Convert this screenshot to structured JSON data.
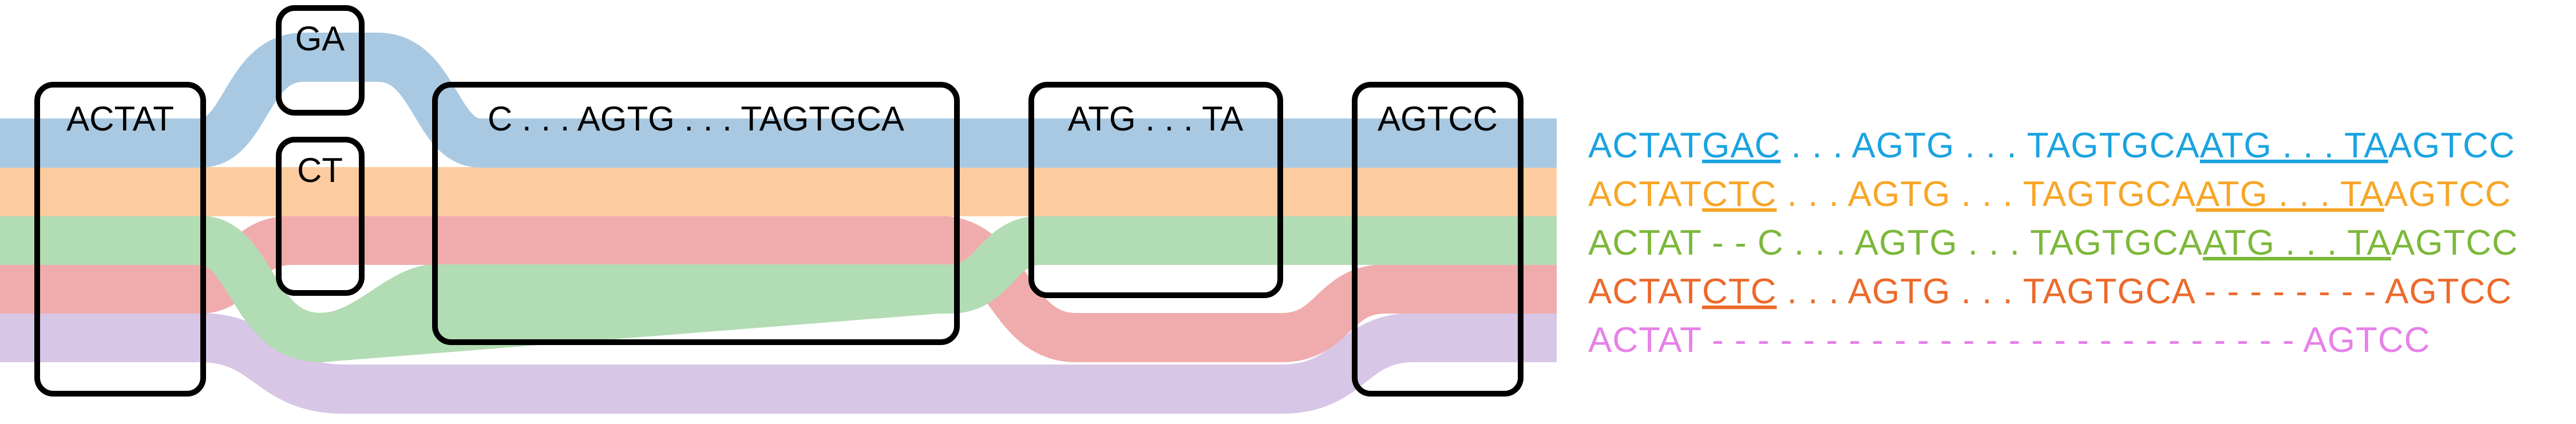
{
  "colors": {
    "blue": "#a9c9e2",
    "orange": "#fccca0",
    "green": "#b2dcb4",
    "red": "#f0acac",
    "purple": "#d8c6e6"
  },
  "nodes": {
    "actat": "ACTAT",
    "ga": "GA",
    "ct": "CT",
    "c_agtg_tagtgca": "C . . . AGTG . . . TAGTGCA",
    "atg_ta": "ATG . . . TA",
    "agtcc": "AGTCC"
  },
  "sequences": [
    {
      "color": "#1aa3e0",
      "segments": [
        {
          "text": "ACTAT",
          "underline": false
        },
        {
          "text": "GAC",
          "underline": true
        },
        {
          "text": " . . . AGTG . . . TAGTGCA",
          "underline": false
        },
        {
          "text": "ATG . . . TA",
          "underline": true
        },
        {
          "text": "AGTCC",
          "underline": false
        }
      ]
    },
    {
      "color": "#f7a628",
      "segments": [
        {
          "text": "ACTAT",
          "underline": false
        },
        {
          "text": "CTC",
          "underline": true
        },
        {
          "text": " . . . AGTG . . . TAGTGCA",
          "underline": false
        },
        {
          "text": "ATG . . . TA",
          "underline": true
        },
        {
          "text": "AGTCC",
          "underline": false
        }
      ]
    },
    {
      "color": "#7cb83a",
      "segments": [
        {
          "text": "ACTAT - - C . . . AGTG . . . TAGTGCA",
          "underline": false
        },
        {
          "text": "ATG . . . TA",
          "underline": true
        },
        {
          "text": "AGTCC",
          "underline": false
        }
      ]
    },
    {
      "color": "#ec6a2c",
      "segments": [
        {
          "text": "ACTAT",
          "underline": false
        },
        {
          "text": "CTC",
          "underline": true
        },
        {
          "text": " . . . AGTG . . . TAGTGCA - - - - - - - - AGTCC",
          "underline": false
        }
      ]
    },
    {
      "color": "#e681e8",
      "segments": [
        {
          "text": "ACTAT - - - - - - - - - - - - - - - - - - - - - - - - - - AGTCC",
          "underline": false
        }
      ]
    }
  ]
}
